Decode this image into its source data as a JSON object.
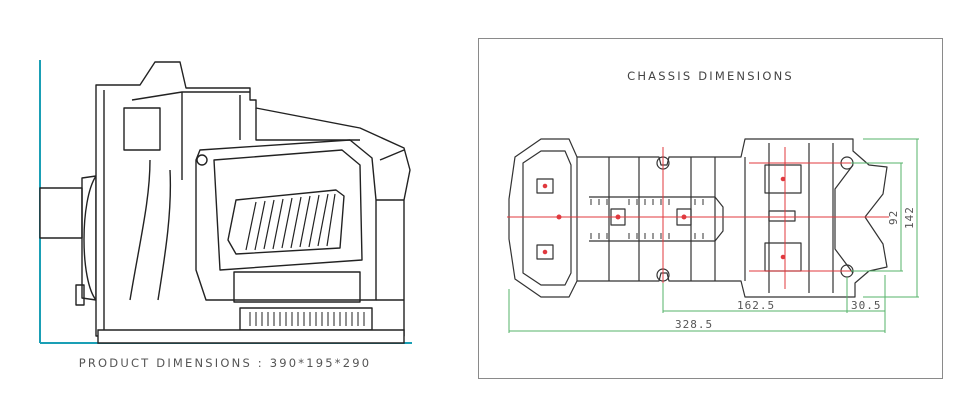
{
  "product": {
    "caption": "PRODUCT DIMENSIONS : 390*195*290"
  },
  "chassis": {
    "title": "CHASSIS DIMENSIONS",
    "dim_162": "162.5",
    "dim_30": "30.5",
    "dim_328": "328.5",
    "dim_92": "92",
    "dim_142": "142"
  },
  "colors": {
    "guide_cyan": "#1a9fb5",
    "dim_green": "#55b36a",
    "center_red": "#e0393e",
    "line_dark": "#222222"
  }
}
